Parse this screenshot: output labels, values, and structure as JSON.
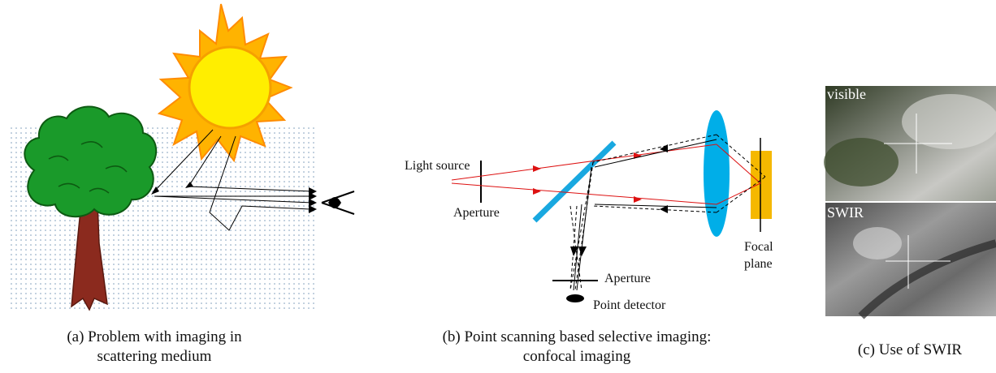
{
  "panel_a": {
    "caption_line1": "(a) Problem with imaging in",
    "caption_line2": "scattering medium"
  },
  "panel_b": {
    "label_light_source": "Light source",
    "label_aperture_top": "Aperture",
    "label_aperture_bottom": "Aperture",
    "label_point_detector": "Point detector",
    "label_focal_line1": "Focal",
    "label_focal_line2": "plane",
    "caption_line1": "(b) Point scanning based selective imaging:",
    "caption_line2": "confocal imaging"
  },
  "panel_c": {
    "label_visible": "visible",
    "label_swir": "SWIR",
    "caption": "(c) Use of SWIR"
  },
  "colors": {
    "sun_fill": "#ffee00",
    "sun_rays": "#ff9900",
    "tree_leaves": "#1a9a2a",
    "tree_trunk": "#8b2a1e",
    "mirror": "#19a8e0",
    "lens": "#00aee8",
    "focal_block": "#f5b800",
    "red_ray": "#dd1111"
  }
}
